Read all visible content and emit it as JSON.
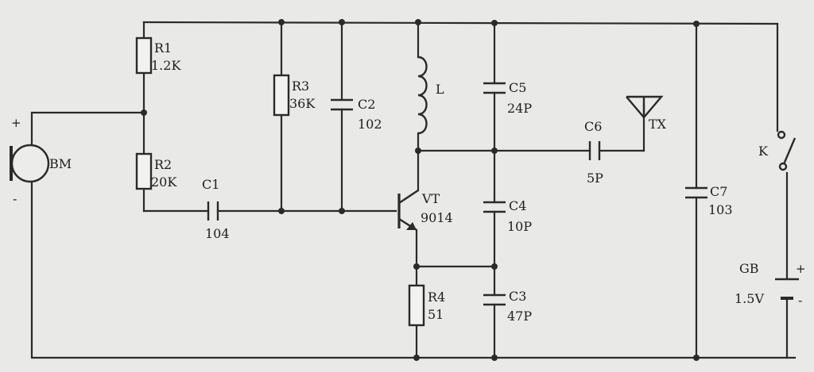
{
  "components": {
    "r1": {
      "name": "R1",
      "value": "1.2K"
    },
    "r2": {
      "name": "R2",
      "value": "20K"
    },
    "r3": {
      "name": "R3",
      "value": "36K"
    },
    "r4": {
      "name": "R4",
      "value": "51"
    },
    "c1": {
      "name": "C1",
      "value": "104"
    },
    "c2": {
      "name": "C2",
      "value": "102"
    },
    "c3": {
      "name": "C3",
      "value": "47P"
    },
    "c4": {
      "name": "C4",
      "value": "10P"
    },
    "c5": {
      "name": "C5",
      "value": "24P"
    },
    "c6": {
      "name": "C6",
      "value": "5P"
    },
    "c7": {
      "name": "C7",
      "value": "103"
    },
    "l": {
      "name": "L"
    },
    "vt": {
      "name": "VT",
      "value": "9014"
    },
    "bm": {
      "name": "BM",
      "plus": "+",
      "minus": "-"
    },
    "tx": {
      "name": "TX"
    },
    "k": {
      "name": "K"
    },
    "gb": {
      "name": "GB",
      "value": "1.5V",
      "plus": "+",
      "minus": "-"
    }
  }
}
